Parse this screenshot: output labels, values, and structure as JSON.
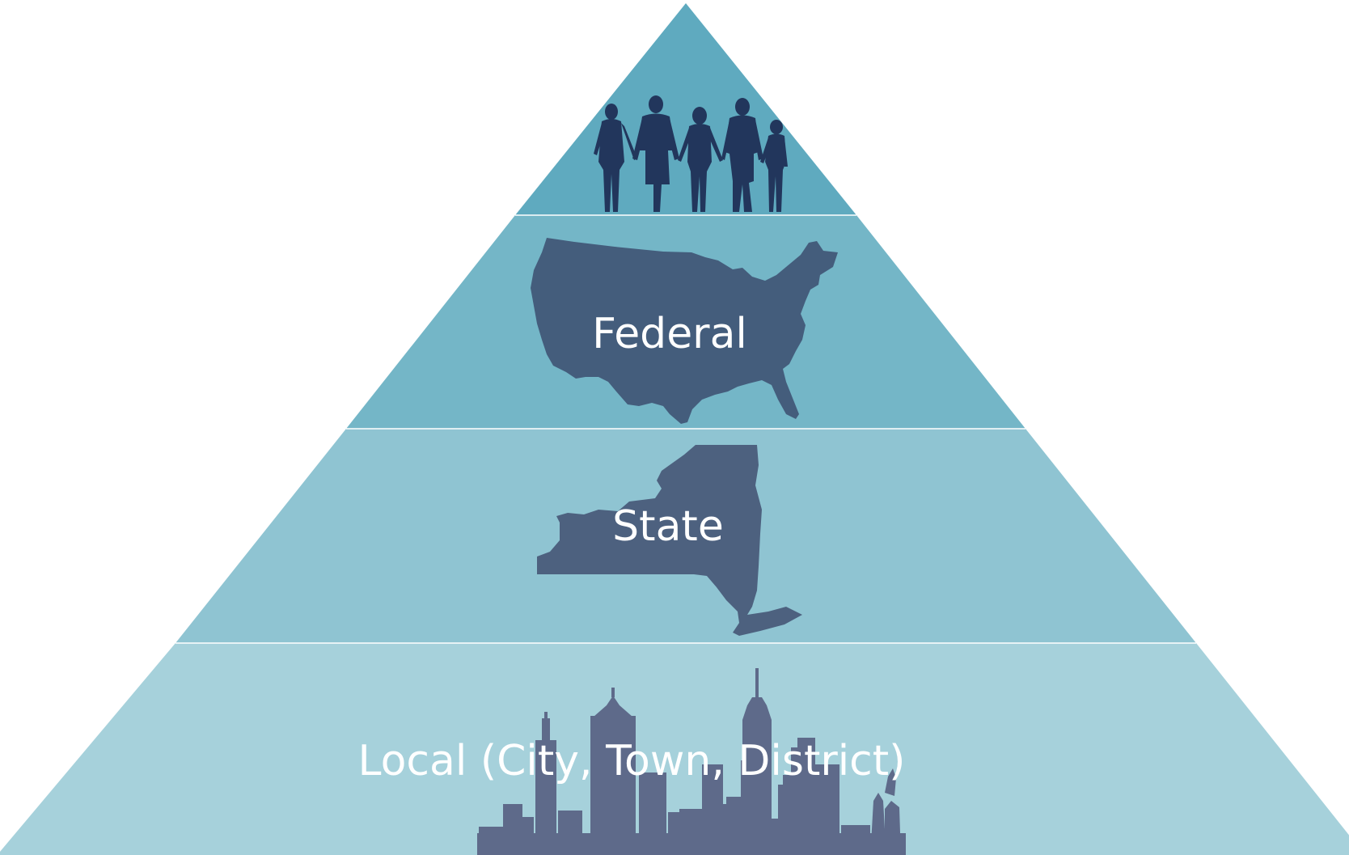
{
  "diagram": {
    "type": "pyramid",
    "tiers": [
      {
        "id": "people",
        "label": "",
        "icon": "people-silhouette-icon",
        "color": "#5faabf"
      },
      {
        "id": "federal",
        "label": "Federal",
        "icon": "usa-map-icon",
        "color": "#74b6c7"
      },
      {
        "id": "state",
        "label": "State",
        "icon": "new-york-state-map-icon",
        "color": "#8fc4d2"
      },
      {
        "id": "local",
        "label": "Local (City, Town, District)",
        "icon": "city-skyline-icon",
        "color": "#a6d1db"
      }
    ],
    "colors": {
      "silhouette": "#22365c",
      "map": "#445d7c",
      "skyline": "#5e6a8a",
      "divider": "#ffffff",
      "label_text": "#ffffff"
    }
  }
}
